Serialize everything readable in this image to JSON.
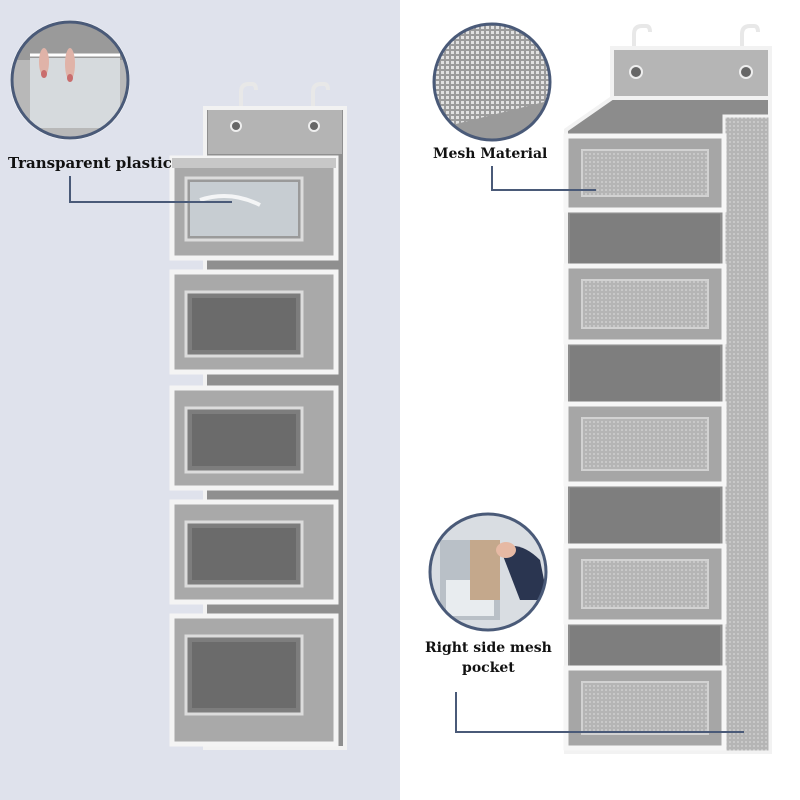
{
  "labels": {
    "transparent_plastic": "Transparent plastic",
    "mesh_material": "Mesh Material",
    "right_side_line1": "Right side mesh",
    "right_side_line2": "pocket"
  },
  "colors": {
    "left_background": "#dfe2ec",
    "right_background": "#ffffff",
    "fabric_gray": "#a9a9a9",
    "trim_white": "#f4f4f4",
    "callout_line": "#4a5a78"
  }
}
